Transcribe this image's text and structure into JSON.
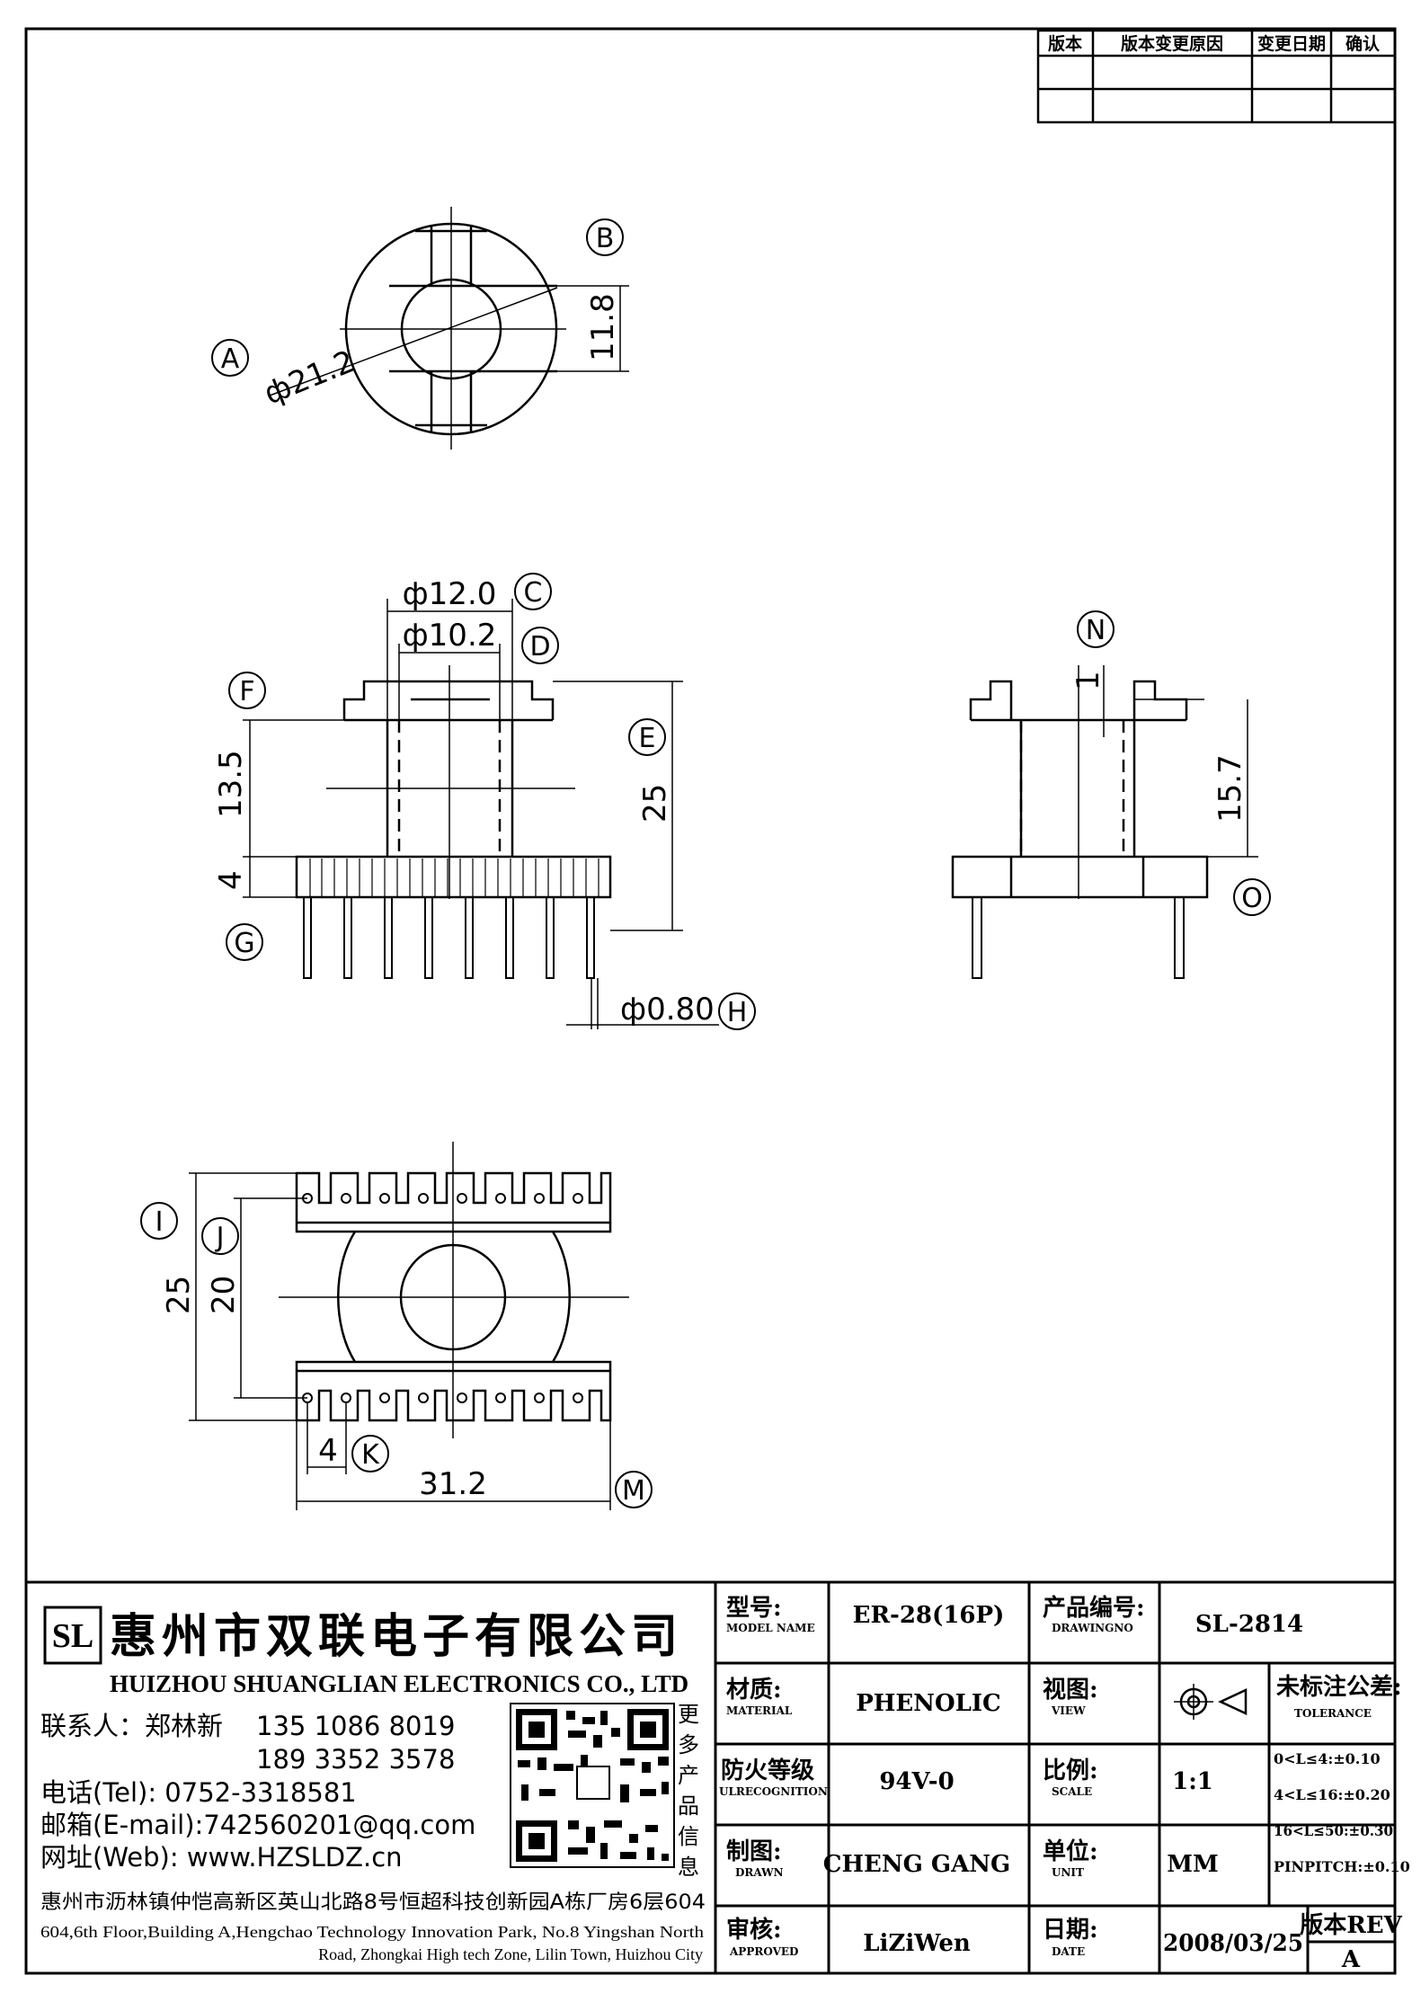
{
  "revision_table": {
    "headers": [
      "版本",
      "版本变更原因",
      "变更日期",
      "确认"
    ]
  },
  "views": {
    "top": {
      "dims": {
        "diameter": "ф21.2",
        "height": "11.8"
      },
      "bubbles": [
        "A",
        "B"
      ]
    },
    "front": {
      "dims": {
        "outer_dia": "ф12.0",
        "inner_dia": "ф10.2",
        "winding_height": "13.5",
        "total_height": "25",
        "base_height": "4",
        "pin_dia": "ф0.80"
      },
      "bubbles": [
        "C",
        "D",
        "E",
        "F",
        "G",
        "H"
      ]
    },
    "side": {
      "dims": {
        "flange": "1",
        "height": "15.7"
      },
      "bubbles": [
        "N",
        "O"
      ]
    },
    "bottom": {
      "dims": {
        "outer_width": "25",
        "row_spacing": "20",
        "pin_pitch": "4",
        "length": "31.2"
      },
      "bubbles": [
        "I",
        "J",
        "K",
        "M"
      ]
    }
  },
  "company": {
    "logo_text": "SL",
    "name_cn": "惠州市双联电子有限公司",
    "name_en": "HUIZHOU SHUANGLIAN ELECTRONICS CO., LTD",
    "contact_label": "联系人：郑林新",
    "phone1": "135 1086 8019",
    "phone2": "189 3352 3578",
    "tel": "电话(Tel): 0752-3318581",
    "email": "邮箱(E-mail):742560201@qq.com",
    "web": "网址(Web): www.HZSLDZ.cn",
    "qr_side_text": [
      "更",
      "多",
      "产",
      "品",
      "信",
      "息"
    ],
    "address_cn": "惠州市沥林镇仲恺高新区英山北路8号恒超科技创新园A栋厂房6层604",
    "address_en_1": "604,6th Floor,Building A,Hengchao Technology Innovation Park, No.8 Yingshan North",
    "address_en_2": "Road, Zhongkai High tech Zone, Lilin Town, Huizhou City"
  },
  "title_block": {
    "model_label": "型号:",
    "model_label_en": "MODEL NAME",
    "model_value": "ER-28(16P)",
    "drawingno_label": "产品编号:",
    "drawingno_label_en": "DRAWINGNO",
    "drawingno_value": "SL-2814",
    "material_label": "材质:",
    "material_label_en": "MATERIAL",
    "material_value": "PHENOLIC",
    "view_label": "视图:",
    "view_label_en": "VIEW",
    "tolerance_label": "未标注公差:",
    "tolerance_label_en": "TOLERANCE",
    "tolerances": [
      "0<L≤4:±0.10",
      "4<L≤16:±0.20",
      "16<L≤50:±0.30",
      "PINPITCH:±0.10"
    ],
    "fire_label": "防火等级",
    "fire_label_en": "ULRECOGNITION",
    "fire_value": "94V-0",
    "scale_label": "比例:",
    "scale_label_en": "SCALE",
    "scale_value": "1:1",
    "drawn_label": "制图:",
    "drawn_label_en": "DRAWN",
    "drawn_value": "CHENG GANG",
    "unit_label": "单位:",
    "unit_label_en": "UNIT",
    "unit_value": "MM",
    "approved_label": "审核:",
    "approved_label_en": "APPROVED",
    "approved_value": "LiZiWen",
    "date_label": "日期:",
    "date_label_en": "DATE",
    "date_value": "2008/03/25",
    "rev_label": "版本REV",
    "rev_value": "A"
  }
}
